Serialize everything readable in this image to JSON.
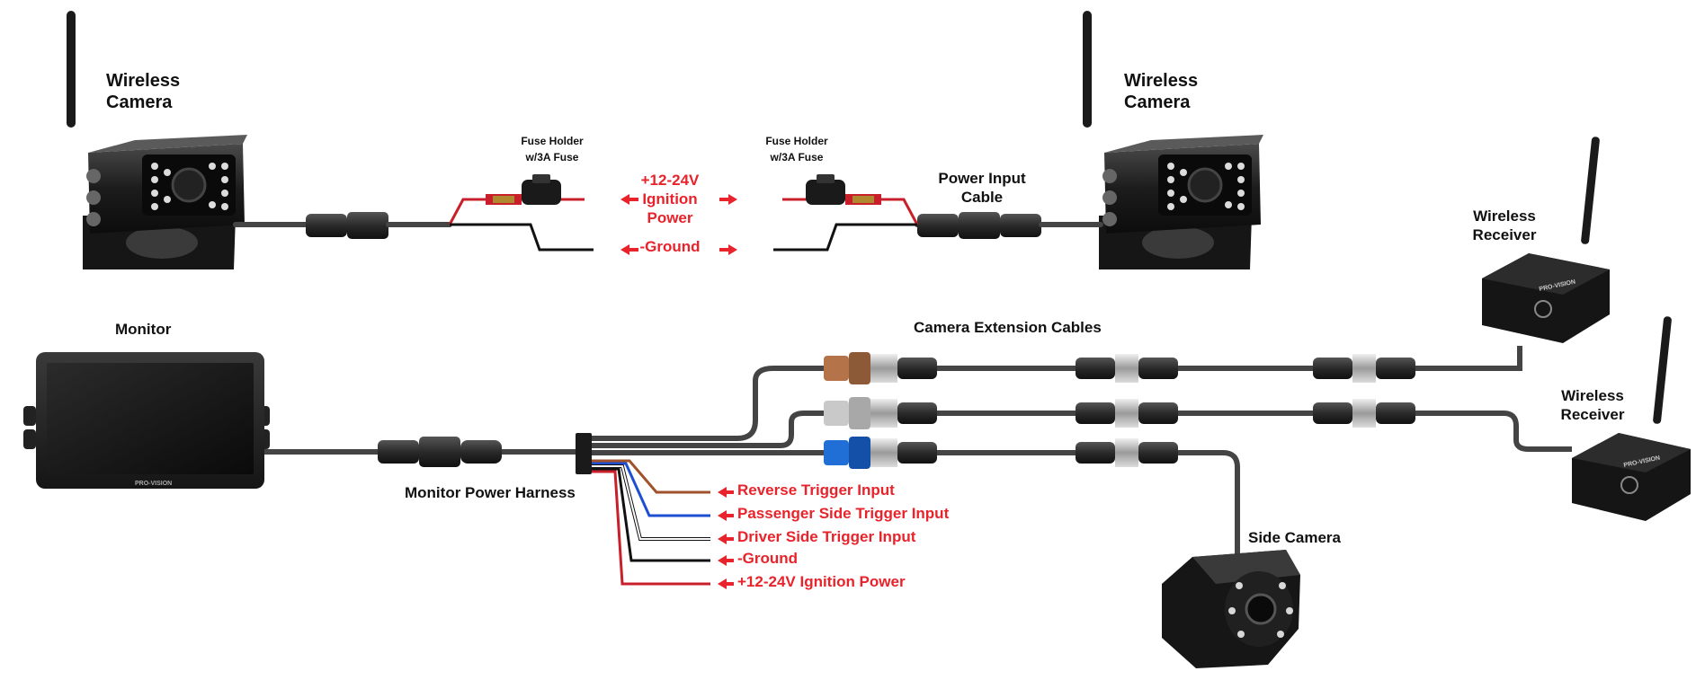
{
  "labels": {
    "wireless_camera_left": "Wireless\nCamera",
    "wireless_camera_right": "Wireless\nCamera",
    "fuse_left": "Fuse Holder\nw/3A Fuse",
    "fuse_right": "Fuse Holder\nw/3A Fuse",
    "ignition_power": "+12-24V\nIgnition\nPower",
    "ground_top": "-Ground",
    "power_input_cable": "Power Input\nCable",
    "wireless_receiver_top": "Wireless\nReceiver",
    "wireless_receiver_bottom": "Wireless\nReceiver",
    "monitor": "Monitor",
    "camera_extension_cables": "Camera Extension Cables",
    "monitor_power_harness": "Monitor Power Harness",
    "side_camera": "Side Camera"
  },
  "harness_inputs": [
    {
      "text": "Reverse Trigger Input",
      "wire_color": "#a0522d"
    },
    {
      "text": "Passenger Side Trigger Input",
      "wire_color": "#1f4fd1"
    },
    {
      "text": "Driver Side Trigger Input",
      "wire_color": "#ffffff"
    },
    {
      "text": "-Ground",
      "wire_color": "#111111"
    },
    {
      "text": "+12-24V Ignition Power",
      "wire_color": "#c8202a"
    }
  ],
  "brand": {
    "monitor_logo": "PRO-VISION",
    "receiver_logo": "PRO-VISION"
  },
  "colors": {
    "accent_red": "#e8232b",
    "cable": "#444444",
    "connector_brown": "#b5734a",
    "connector_gray": "#c9c9c9",
    "connector_blue": "#1f6fd6"
  }
}
